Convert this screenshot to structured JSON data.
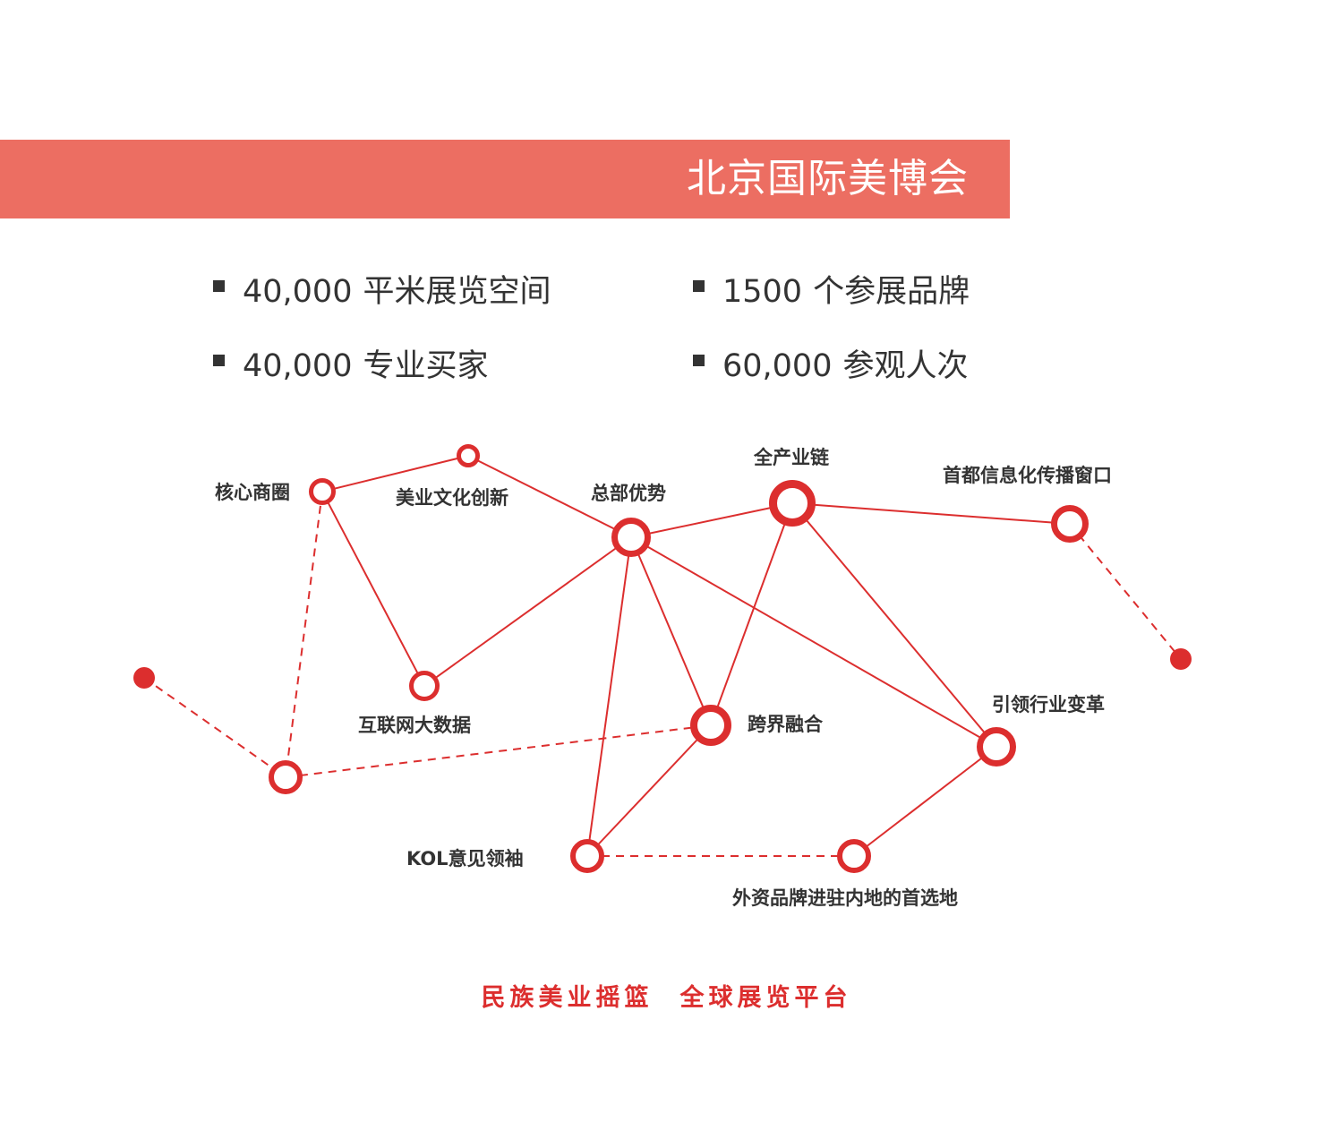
{
  "banner": {
    "title": "北京国际美博会",
    "color": "#ec6e62"
  },
  "stats": [
    {
      "number": "40,000",
      "text": "平米展览空间"
    },
    {
      "number": "1500",
      "text": "个参展品牌"
    },
    {
      "number": "40,000",
      "text": "专业买家"
    },
    {
      "number": "60,000",
      "text": "参观人次"
    }
  ],
  "network": {
    "accent_color": "#dc2e2e",
    "nodes": [
      {
        "id": "core",
        "label": "核心商圈"
      },
      {
        "id": "innov",
        "label": "美业文化创新"
      },
      {
        "id": "hq",
        "label": "总部优势"
      },
      {
        "id": "chain",
        "label": "全产业链"
      },
      {
        "id": "capital",
        "label": "首都信息化传播窗口"
      },
      {
        "id": "bigdata",
        "label": "互联网大数据"
      },
      {
        "id": "cross",
        "label": "跨界融合"
      },
      {
        "id": "lead",
        "label": "引领行业变革"
      },
      {
        "id": "kol",
        "label": "KOL意见领袖"
      },
      {
        "id": "foreign",
        "label": "外资品牌进驻内地的首选地"
      },
      {
        "id": "leftmid",
        "label": ""
      },
      {
        "id": "dotleft",
        "label": ""
      },
      {
        "id": "dotright",
        "label": ""
      }
    ],
    "solid_links": [
      [
        "core",
        "innov"
      ],
      [
        "innov",
        "hq"
      ],
      [
        "core",
        "bigdata"
      ],
      [
        "bigdata",
        "hq"
      ],
      [
        "hq",
        "chain"
      ],
      [
        "chain",
        "capital"
      ],
      [
        "hq",
        "cross"
      ],
      [
        "hq",
        "kol"
      ],
      [
        "hq",
        "lead"
      ],
      [
        "chain",
        "cross"
      ],
      [
        "chain",
        "lead"
      ],
      [
        "cross",
        "kol"
      ],
      [
        "lead",
        "foreign"
      ]
    ],
    "dashed_links": [
      [
        "core",
        "leftmid"
      ],
      [
        "dotleft",
        "leftmid"
      ],
      [
        "leftmid",
        "cross"
      ],
      [
        "kol",
        "foreign"
      ],
      [
        "capital",
        "dotright"
      ]
    ]
  },
  "slogan": {
    "part1": "民族美业摇篮",
    "part2": "全球展览平台",
    "color": "#dc2e2e"
  }
}
